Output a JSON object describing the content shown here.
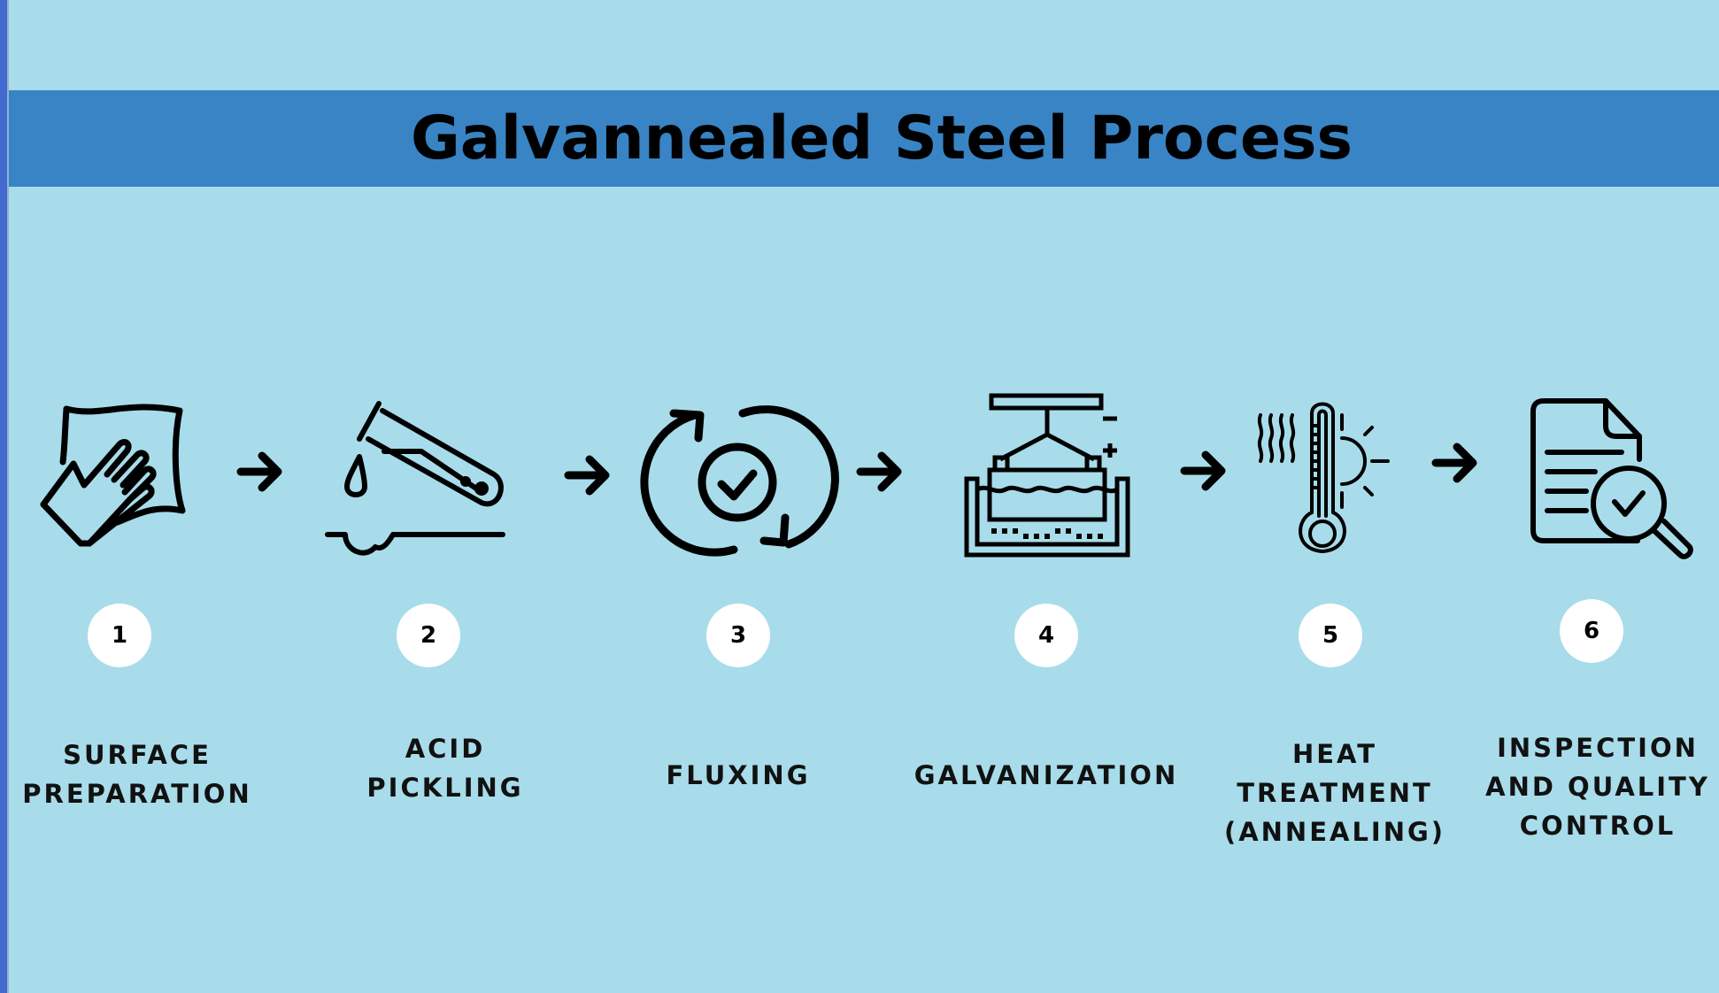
{
  "title": "Galvannealed Steel Process",
  "colors": {
    "background": "#a8dcea",
    "title_bar": "#3884c5",
    "left_strip": "#4169cf",
    "circle_fill": "#ffffff",
    "ink": "#000000"
  },
  "steps": [
    {
      "number": "1",
      "icon": "hand-wiping-cloth-icon",
      "label_lines": [
        "SURFACE",
        "PREPARATION"
      ]
    },
    {
      "number": "2",
      "icon": "test-tube-pouring-acid-icon",
      "label_lines": [
        "ACID",
        "PICKLING"
      ]
    },
    {
      "number": "3",
      "icon": "circular-arrows-check-icon",
      "label_lines": [
        "FLUXING"
      ]
    },
    {
      "number": "4",
      "icon": "electroplating-tank-icon",
      "label_lines": [
        "GALVANIZATION"
      ]
    },
    {
      "number": "5",
      "icon": "thermometer-heat-sun-icon",
      "label_lines": [
        "HEAT",
        "TREATMENT",
        "(ANNEALING)"
      ]
    },
    {
      "number": "6",
      "icon": "document-magnifier-check-icon",
      "label_lines": [
        "INSPECTION",
        "AND QUALITY",
        "CONTROL"
      ]
    }
  ],
  "connectors": [
    "arrow-right-icon",
    "arrow-right-icon",
    "arrow-right-icon",
    "arrow-right-icon",
    "arrow-right-icon"
  ]
}
